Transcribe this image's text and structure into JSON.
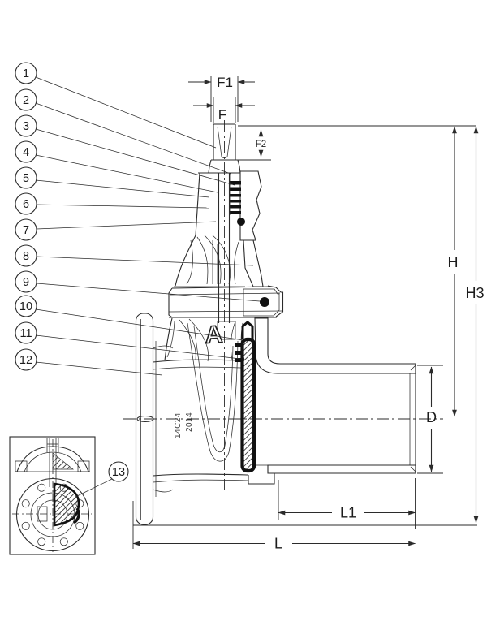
{
  "drawing": {
    "callouts": [
      "1",
      "2",
      "3",
      "4",
      "5",
      "6",
      "7",
      "8",
      "9",
      "10",
      "11",
      "12",
      "13"
    ],
    "dimensions": {
      "f1": "F1",
      "f": "F",
      "f2": "F2",
      "h": "H",
      "h3": "H3",
      "d": "D",
      "l1": "L1",
      "l": "L"
    },
    "cast_marks": {
      "line1": "14C24",
      "line2": "2014"
    },
    "brand_logo": "A",
    "colors": {
      "line": "#2b2b2b",
      "ink": "#111111",
      "background": "#ffffff"
    }
  }
}
